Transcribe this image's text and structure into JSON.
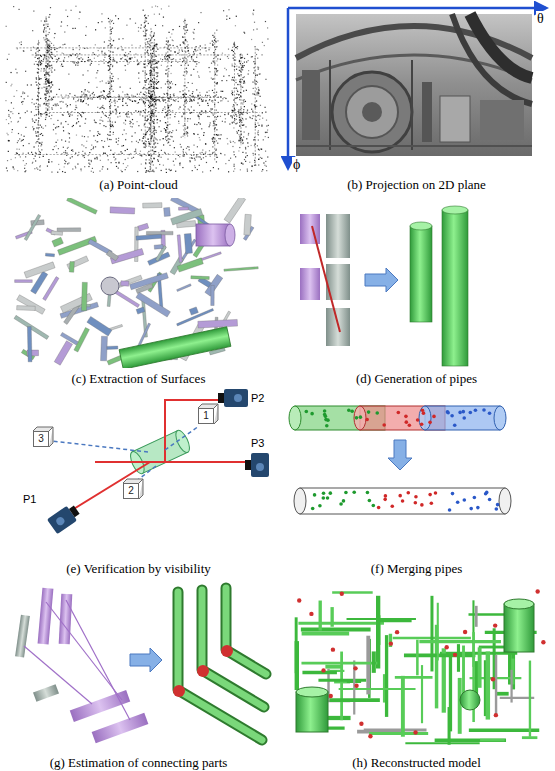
{
  "diagram": {
    "nodes": [
      {
        "text": [
          "(a) Point-cloud"
        ]
      },
      {
        "text": [
          "(b) Projection on 2D plane"
        ]
      },
      {
        "text": [
          "(c) Extraction of Surfaces"
        ]
      },
      {
        "text": [
          "(d) Generation of pipes"
        ]
      },
      {
        "text": [
          "(e) Verification by visibility"
        ]
      },
      {
        "text": [
          "1"
        ],
        "in": 4
      },
      {
        "text": [
          "3"
        ],
        "in": 4
      },
      {
        "text": [
          "2"
        ],
        "in": 4
      },
      {
        "text": [
          "(f) Merging pipes"
        ]
      },
      {
        "text": [
          "(g) Estimation of connecting parts"
        ]
      },
      {
        "text": [
          "(h) Reconstructed model"
        ]
      }
    ],
    "labels": [
      "θ",
      "ϕ",
      "P2",
      "P3",
      "P1"
    ]
  }
}
